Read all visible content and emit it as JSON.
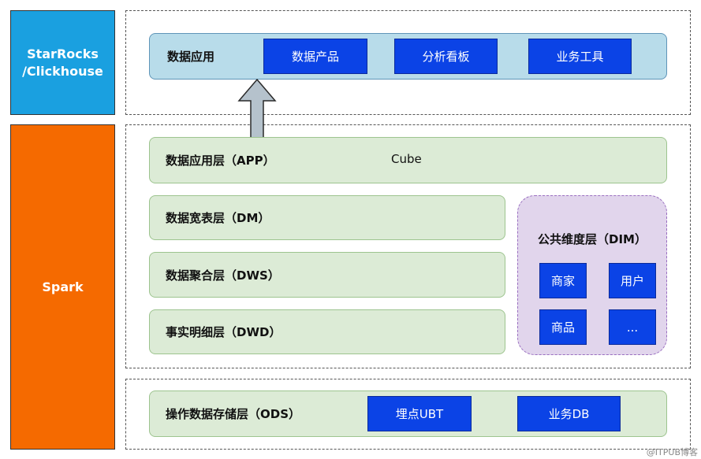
{
  "engines": {
    "top": "StarRocks\n/Clickhouse",
    "bottom": "Spark"
  },
  "colors": {
    "starrocks": "#1aa0e0",
    "spark": "#f56a00",
    "layer_green": "#dcebd6",
    "app_blue": "#b8dcea",
    "tag_blue": "#0b43e6",
    "dim_purple": "#e1d5ec"
  },
  "data_app": {
    "label": "数据应用",
    "items": [
      "数据产品",
      "分析看板",
      "业务工具"
    ]
  },
  "layers": {
    "app": {
      "label": "数据应用层（APP）",
      "extra": "Cube"
    },
    "dm": {
      "label": "数据宽表层（DM）"
    },
    "dws": {
      "label": "数据聚合层（DWS）"
    },
    "dwd": {
      "label": "事实明细层（DWD）"
    },
    "ods": {
      "label": "操作数据存储层（ODS）",
      "items": [
        "埋点UBT",
        "业务DB"
      ]
    }
  },
  "dim": {
    "label": "公共维度层（DIM）",
    "items": [
      "商家",
      "用户",
      "商品",
      "..."
    ]
  },
  "watermark": "@ITPUB博客"
}
